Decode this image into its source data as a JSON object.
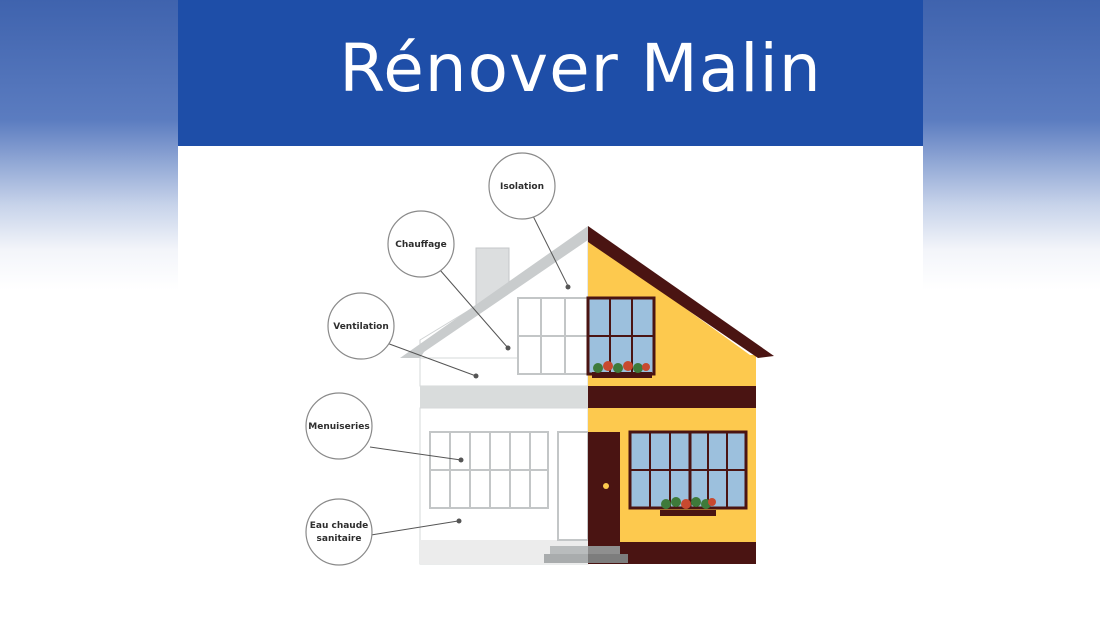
{
  "title": "Rénover Malin",
  "callouts": [
    {
      "id": "isolation",
      "lines": [
        "Isolation"
      ]
    },
    {
      "id": "chauffage",
      "lines": [
        "Chauffage"
      ]
    },
    {
      "id": "ventilation",
      "lines": [
        "Ventilation"
      ]
    },
    {
      "id": "menuiseries",
      "lines": [
        "Menuiseries"
      ]
    },
    {
      "id": "eau-chaude",
      "lines": [
        "Eau chaude",
        "sanitaire"
      ]
    }
  ],
  "colors": {
    "banner": "#1e4ea8",
    "facade_renovated": "#fdc94e",
    "roof_trim": "#4a1412",
    "window_glass": "#9cc0dd",
    "before_wall": "#ffffff",
    "before_band": "#d9dcdc"
  }
}
